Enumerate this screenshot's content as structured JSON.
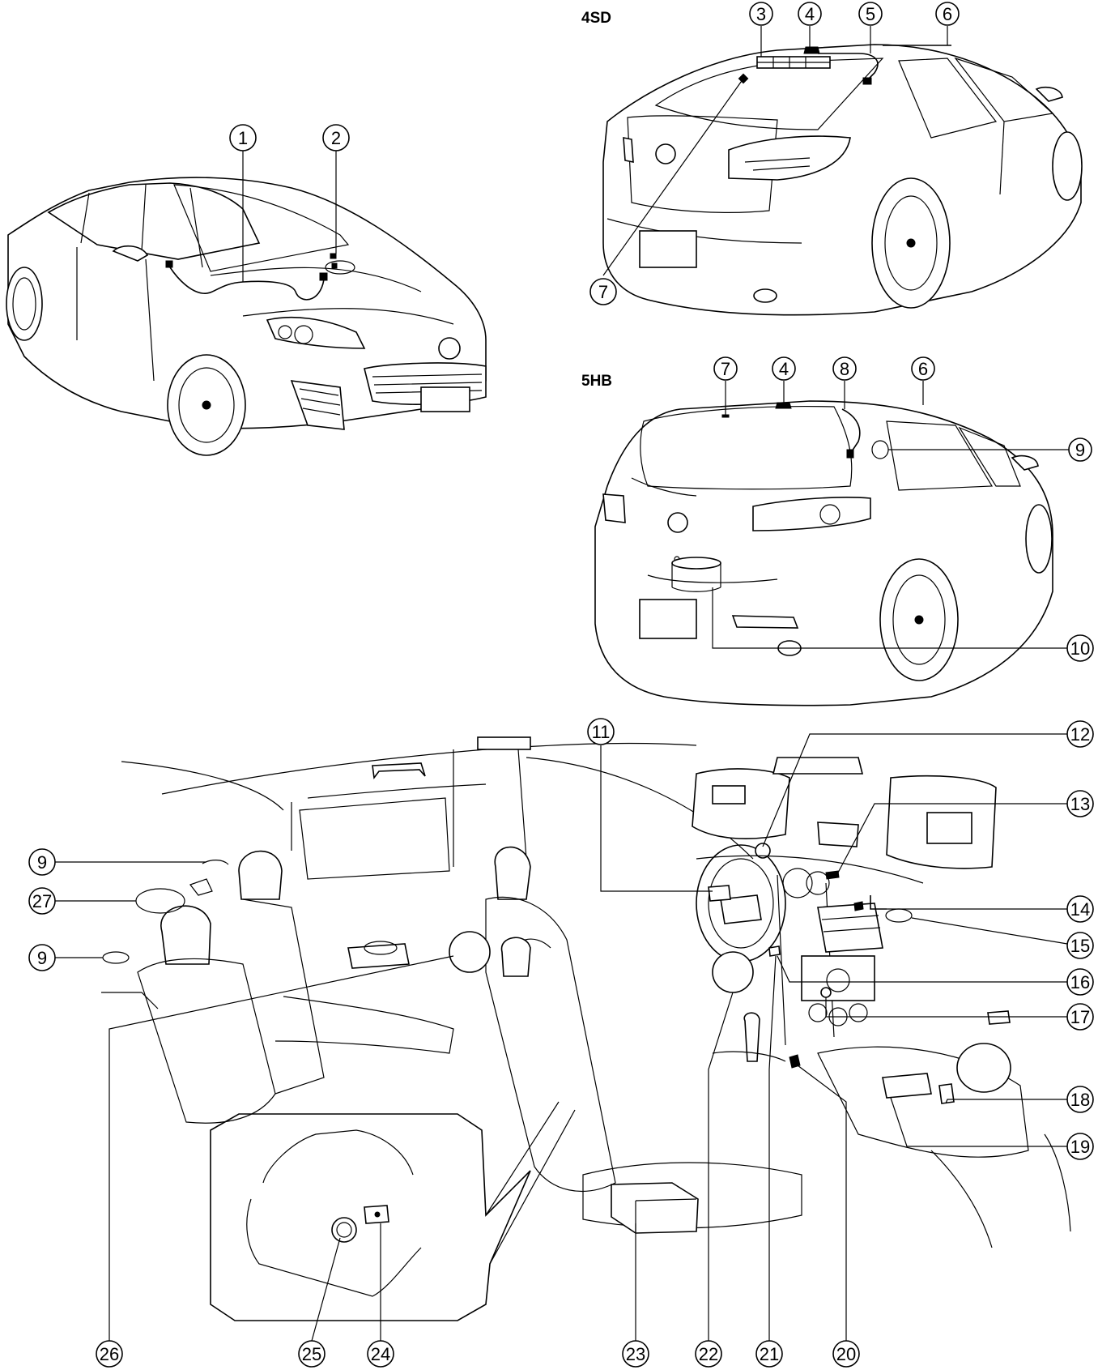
{
  "labels": {
    "sedan": "4SD",
    "hatchback": "5HB"
  },
  "callouts": {
    "c1": "1",
    "c2": "2",
    "c3": "3",
    "c4": "4",
    "c5": "5",
    "c6": "6",
    "c7": "7",
    "c4b": "4",
    "c6b": "6",
    "c7b": "7",
    "c8": "8",
    "c9": "9",
    "c10": "10",
    "c11": "11",
    "c12": "12",
    "c13": "13",
    "c14": "14",
    "c15": "15",
    "c16": "16",
    "c17": "17",
    "c18": "18",
    "c19": "19",
    "c20": "20",
    "c21": "21",
    "c22": "22",
    "c23": "23",
    "c24": "24",
    "c25": "25",
    "c26": "26",
    "c27": "27",
    "c9b": "9",
    "c9c": "9"
  }
}
